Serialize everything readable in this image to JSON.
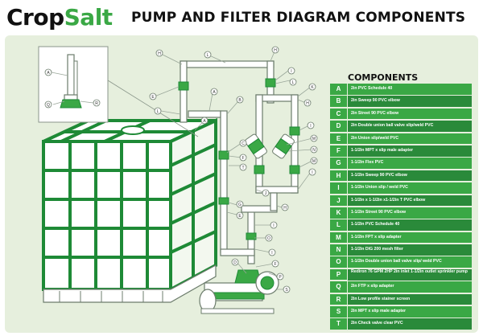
{
  "brand": {
    "logo_part1": "Crop",
    "logo_part2": "Salt"
  },
  "title": "PUMP AND FILTER DIAGRAM COMPONENTS",
  "components": {
    "title": "COMPONENTS",
    "items": [
      {
        "letter": "A",
        "description": "2in PVC Schedule 40"
      },
      {
        "letter": "B",
        "description": "2in Sweep 90 PVC elbow"
      },
      {
        "letter": "C",
        "description": "2in Street 90 PVC elbow"
      },
      {
        "letter": "D",
        "description": "2in Double union ball valve slip/weld PVC"
      },
      {
        "letter": "E",
        "description": "2in Union slip/weld PVC"
      },
      {
        "letter": "F",
        "description": "1-1/2in MPT x slip male adapter"
      },
      {
        "letter": "G",
        "description": "1-1/2in Flex PVC"
      },
      {
        "letter": "H",
        "description": "1-1/2in Sweep 90 PVC elbow"
      },
      {
        "letter": "I",
        "description": "1-1/2in Union slip / weld PVC"
      },
      {
        "letter": "J",
        "description": "1-1/2in x 1-1/2in x1-1/2in T PVC elbow"
      },
      {
        "letter": "K",
        "description": "1-1/2in Street 90 PVC elbow"
      },
      {
        "letter": "L",
        "description": "1-1/2in PVC Schedule 40"
      },
      {
        "letter": "M",
        "description": "1-1/2in FPT x slip adapter"
      },
      {
        "letter": "N",
        "description": "1-1/2in DIG 200 mesh filter"
      },
      {
        "letter": "O",
        "description": "1-1/2in Double union ball valve slip/ weld PVC"
      },
      {
        "letter": "P",
        "description": "Rediron 76 GPM 2HP 2in inlet 1-1/2in outlet sprinkler pump"
      },
      {
        "letter": "Q",
        "description": "2in FTP x slip adapter"
      },
      {
        "letter": "R",
        "description": "2in Low profile stainer screen"
      },
      {
        "letter": "S",
        "description": "2in MPT x slip male adapter"
      },
      {
        "letter": "T",
        "description": "2in Check valve clear PVC"
      }
    ]
  },
  "callouts": [
    "A",
    "B",
    "C",
    "D",
    "E",
    "F",
    "G",
    "H",
    "I",
    "J",
    "K",
    "L",
    "M",
    "N",
    "O",
    "P",
    "Q",
    "R",
    "S",
    "T"
  ],
  "colors": {
    "brand_green": "#3aa845",
    "dark_green": "#2a8a3a",
    "panel_bg": "#e6efdd",
    "tank_green": "#1e8a36",
    "line_gray": "#9aa79a"
  }
}
